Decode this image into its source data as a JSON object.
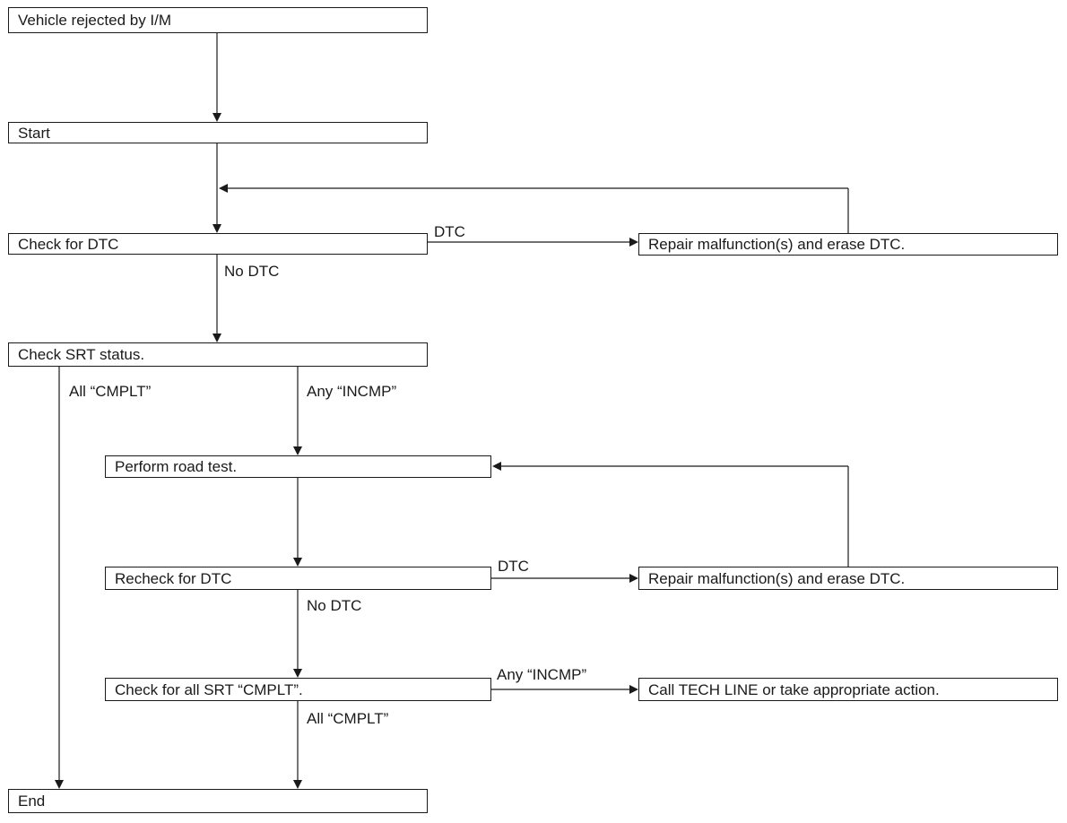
{
  "boxes": {
    "vehicle_rejected": "Vehicle rejected by I/M",
    "start": "Start",
    "check_dtc": "Check for DTC",
    "repair_1": "Repair malfunction(s) and erase DTC.",
    "check_srt": "Check SRT status.",
    "road_test": "Perform road test.",
    "recheck_dtc": "Recheck for DTC",
    "repair_2": "Repair malfunction(s) and erase DTC.",
    "check_all_srt": "Check for all SRT “CMPLT”.",
    "call_tech": "Call TECH LINE or take appropriate action.",
    "end": "End"
  },
  "labels": {
    "dtc_1": "DTC",
    "no_dtc_1": "No DTC",
    "all_cmplt_1": "All “CMPLT”",
    "any_incmp_1": "Any “INCMP”",
    "dtc_2": "DTC",
    "no_dtc_2": "No DTC",
    "any_incmp_2": "Any “INCMP”",
    "all_cmplt_2": "All “CMPLT”"
  },
  "colors": {
    "line": "#1a1a1a",
    "background": "#ffffff"
  }
}
